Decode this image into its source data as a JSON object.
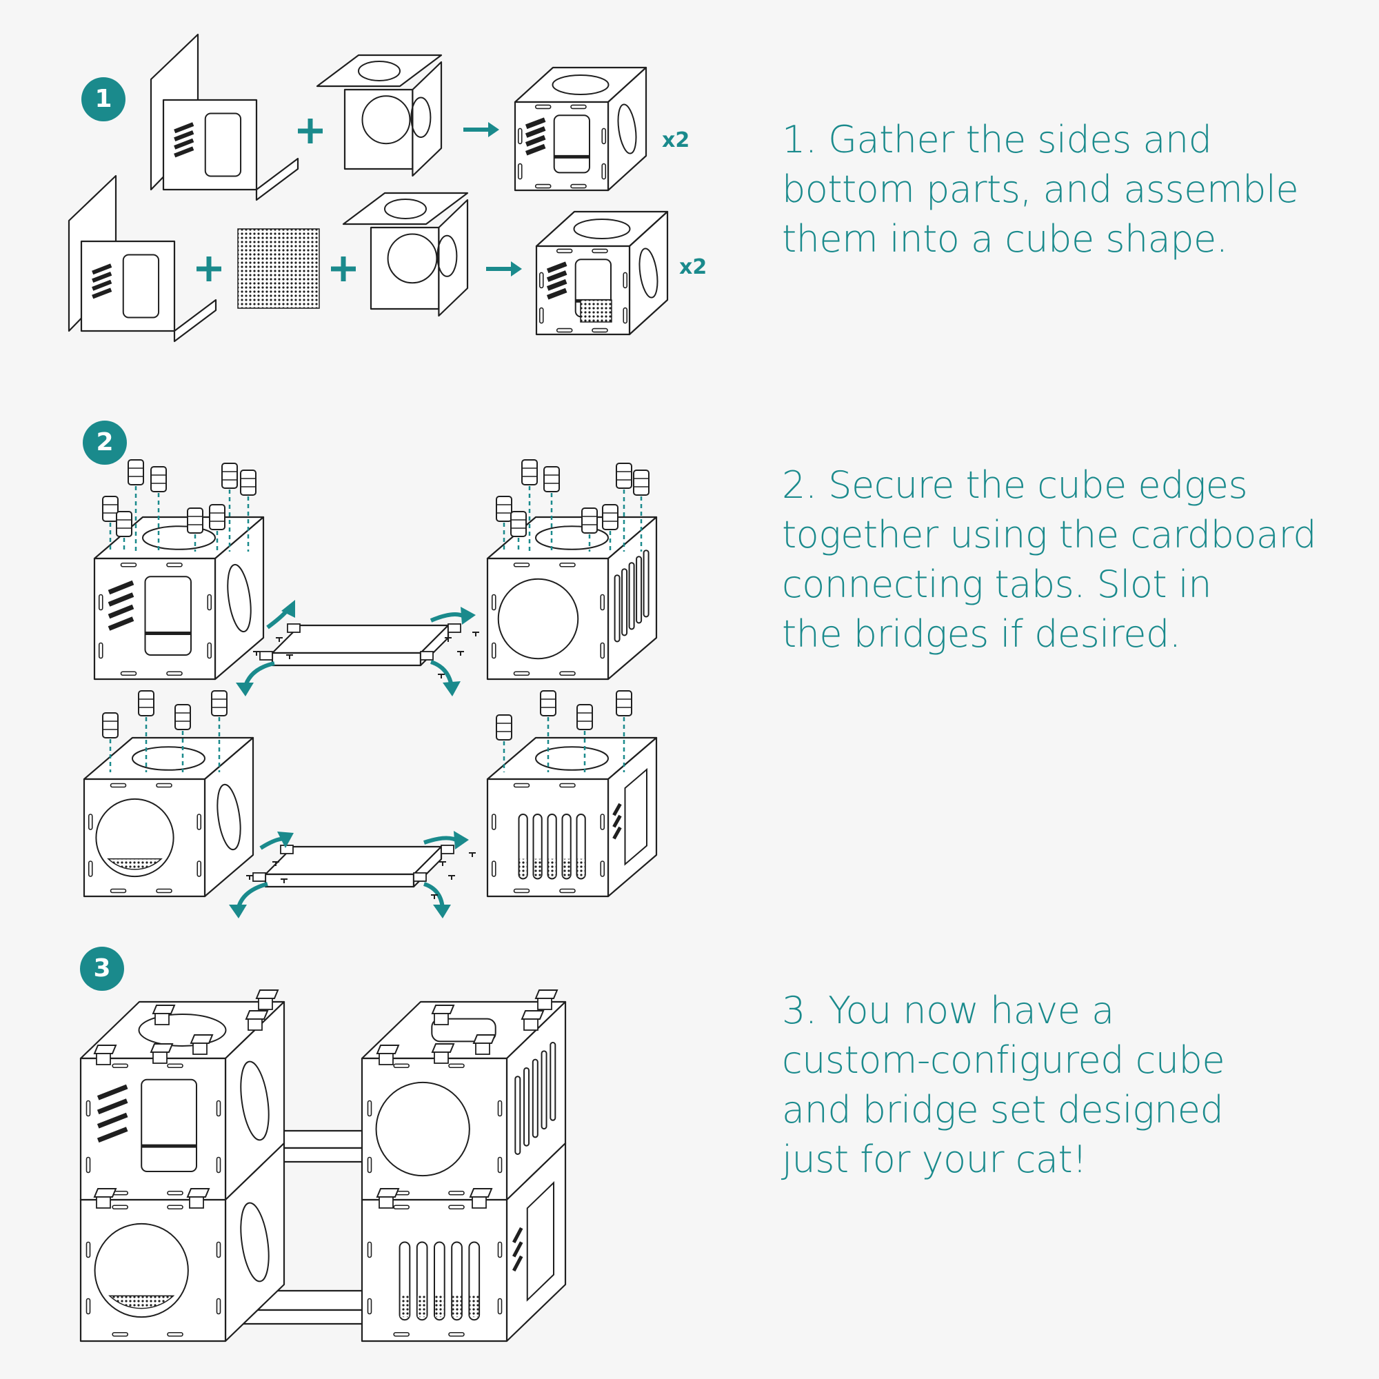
{
  "theme": {
    "accent": "#1a8a8c",
    "line": "#1f1f1f",
    "paper": "#ffffff"
  },
  "steps": [
    {
      "badge": "1",
      "multiplier": "x2",
      "lines": [
        "1. Gather the sides and",
        "bottom parts, and assemble",
        "them into a cube shape."
      ]
    },
    {
      "badge": "2",
      "lines": [
        "2. Secure the cube edges",
        "together using the cardboard",
        "connecting tabs. Slot in",
        "the bridges if desired."
      ]
    },
    {
      "badge": "3",
      "lines": [
        "3. You now have a",
        "custom-configured cube",
        "and bridge set designed",
        "just for your cat!"
      ]
    }
  ]
}
